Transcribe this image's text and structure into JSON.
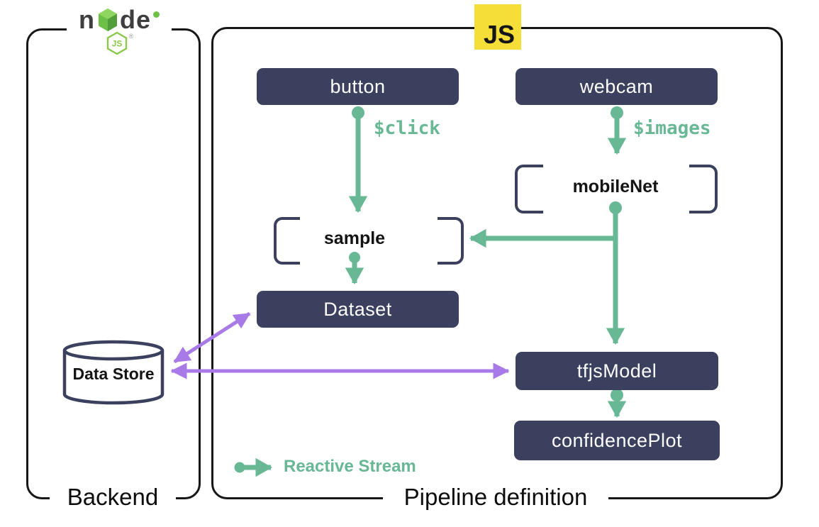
{
  "colors": {
    "node_box_navy": "#3a405e",
    "stream_green": "#68b795",
    "datastore_purple": "#a87ae8",
    "js_logo_yellow": "#f5de38",
    "nodejs_logo_green": "#6cbf47",
    "container_border_black": "#17171a"
  },
  "backend": {
    "label": "Backend",
    "datastore": {
      "label": "Data Store"
    }
  },
  "pipeline": {
    "label": "Pipeline definition",
    "nodes": {
      "button": "button",
      "webcam": "webcam",
      "mobilenet": "mobileNet",
      "sample": "sample",
      "dataset": "Dataset",
      "tfjsmodel": "tfjsModel",
      "confidenceplot": "confidencePlot"
    },
    "streams": {
      "click": "$click",
      "images": "$images"
    },
    "legend": {
      "label": "Reactive Stream"
    }
  },
  "logos": {
    "nodejs": {
      "word_n": "n",
      "word_de": "de",
      "badge": "JS",
      "registered": "®"
    },
    "js": {
      "text": "JS"
    }
  }
}
